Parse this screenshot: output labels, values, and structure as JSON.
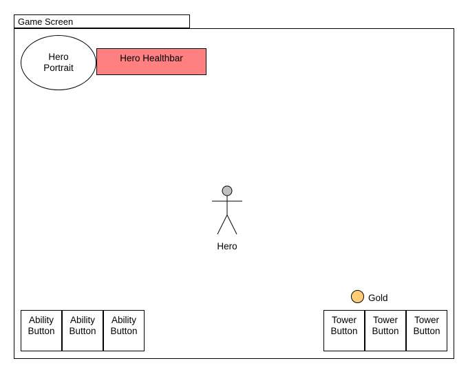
{
  "screen": {
    "title": "Game Screen"
  },
  "hud": {
    "portrait_label": "Hero\nPortrait",
    "healthbar_label": "Hero Healthbar",
    "healthbar_color": "#ff8080"
  },
  "hero": {
    "label": "Hero"
  },
  "gold": {
    "label": "Gold",
    "coin_color": "#ffcc77"
  },
  "abilities": [
    {
      "label": "Ability\nButton"
    },
    {
      "label": "Ability\nButton"
    },
    {
      "label": "Ability\nButton"
    }
  ],
  "towers": [
    {
      "label": "Tower\nButton"
    },
    {
      "label": "Tower\nButton"
    },
    {
      "label": "Tower\nButton"
    }
  ]
}
